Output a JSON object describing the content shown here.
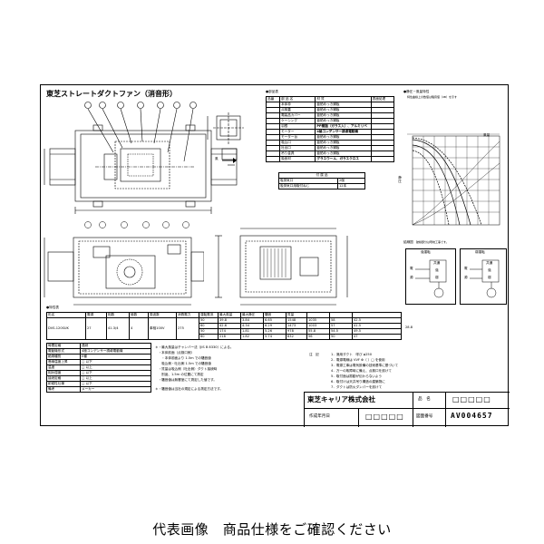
{
  "sheet": {
    "title": "東芝ストレートダクトファン（消音形）",
    "arrow_label": "風"
  },
  "parts": {
    "heading": "●部品表",
    "columns": [
      "品番",
      "部 品 名",
      "材 質",
      "表面処理"
    ],
    "rows": [
      [
        "",
        "本体枠",
        "亜鉛めっき鋼板",
        ""
      ],
      [
        "",
        "点検蓋",
        "亜鉛めっき鋼板",
        ""
      ],
      [
        "",
        "電装品カバー",
        "亜鉛めっき鋼板",
        ""
      ],
      [
        "",
        "ケーシング",
        "亜鉛めっき鋼板",
        ""
      ],
      [
        "",
        "羽根",
        "PP樹脂（ガラス入）、アルミリベ",
        ""
      ],
      [
        "",
        "モーター",
        "4極コンデンサー誘導電動機",
        ""
      ],
      [
        "",
        "モーター台",
        "亜鉛めっき鋼板",
        ""
      ],
      [
        "",
        "吸込口",
        "亜鉛めっき鋼板",
        ""
      ],
      [
        "",
        "吐出口",
        "亜鉛めっき鋼板",
        ""
      ],
      [
        "",
        "吊り金具",
        "亜鉛めっき鋼板",
        ""
      ],
      [
        "",
        "吸音材",
        "グラスウール、ガラスクロス",
        ""
      ]
    ]
  },
  "accessories": {
    "heading": "付 属 品",
    "rows": [
      [
        "吸排気口",
        "2個"
      ],
      [
        "吸排気口用取付ねじ",
        "12本"
      ]
    ]
  },
  "characteristics": {
    "heading": "●静圧－風量特性",
    "note": "特性曲線上の数値は騒音値（dB）を示す",
    "axis_x": "風量",
    "axis_y": "静圧"
  },
  "wiring": {
    "heading": "結線図",
    "note": "破線部分は現地工事です。",
    "left_title": "強運転",
    "right_title": "弱運転",
    "labels": [
      "電",
      "源",
      "共通",
      "強",
      "弱"
    ]
  },
  "spec": {
    "heading": "●特性表",
    "columns": [
      "形名",
      "電源",
      "相数",
      "極数",
      "周波数",
      "消費電力",
      "運転電流",
      "最大風量",
      "最大静圧",
      "騒音",
      "質量"
    ],
    "model": "DVS-120SUK",
    "rows": [
      [
        "50",
        "39.8",
        "3.84",
        "6.65",
        "1548",
        "1035",
        "58",
        "42.5"
      ],
      [
        "60",
        "42.6",
        "4.34",
        "6.29",
        "1473",
        "1003",
        "57",
        "41.5"
      ],
      [
        "50",
        "174",
        "1.81",
        "5.26",
        "978",
        "55.8",
        "54.5",
        "49.5"
      ],
      [
        "60",
        "218",
        "1.82",
        "5.74",
        "832",
        "56",
        "50",
        "47"
      ]
    ],
    "values": [
      "27",
      "41.3/4",
      "4",
      "単相100V",
      "275",
      "28.8"
    ]
  },
  "conditions": {
    "rows": [
      [
        "時間定格",
        "連続"
      ],
      [
        "電動機形式",
        "4極コンデンサー誘導電動機"
      ],
      [
        "絶縁種別",
        "E種"
      ],
      [
        "巻線温度上昇",
        "□ 以下"
      ],
      [
        "温度",
        "□ 以上"
      ],
      [
        "相対湿度",
        "□ 以下"
      ],
      [
        "接続定格",
        "□ 以上"
      ],
      [
        "耐候性仕様",
        "□ 以下"
      ],
      [
        "備考",
        "メーカー"
      ]
    ]
  },
  "notes": {
    "mid": [
      "＊・最大風量はチャンバー法（JIS B 8330）による。",
      "　・本体前面（点検口側）",
      "　　・本体前面より 1.5m での騒音値",
      "　　吸込側・吐出側 1.5m での騒音値",
      "　・質量は吸込側（吐出側）ダクト接続時",
      "　　別途、1.5m の位置にて測定",
      "　・騒音値は無響室にて測定した値です。",
      "＊・騒音値は当社の規定による測定方法です。"
    ],
    "right_heading": "注　記",
    "right": [
      "1．適用ダクト　呼び φ250",
      "2．電源電線は VVF Φ（ ）□ を使用",
      "3．電源工事は電気設備の技術基準に基づいて",
      "4．万一の故障時に備え、点検口を設けて",
      "5．取付面は振動が伝わらないよう",
      "6．取付けは天井吊り構造の建築物に",
      "7．ダクトは防火ダンパーを設けて"
    ]
  },
  "titleblock": {
    "company": "東芝キャリア株式会社",
    "product_label": "品　名",
    "product_value": "□□□□□",
    "date_label": "作成年月日",
    "date_value": "□□□□□",
    "drawing_label": "図面番号",
    "drawing_value": "AV004657"
  },
  "footer": {
    "caption": "代表画像　商品仕様をご確認ください"
  }
}
